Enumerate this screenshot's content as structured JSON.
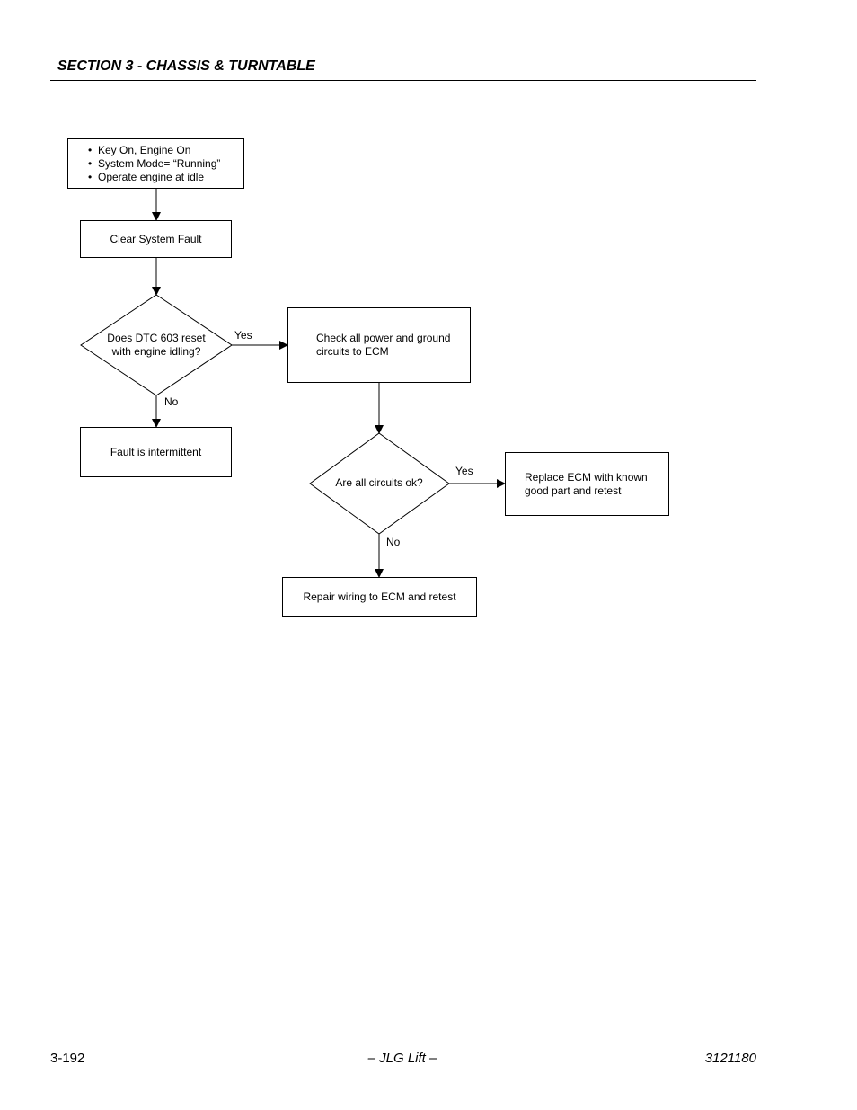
{
  "header": {
    "section_title": "SECTION 3 - CHASSIS & TURNTABLE"
  },
  "flowchart": {
    "start_conditions": [
      "Key On, Engine On",
      "System Mode= “Running”",
      "Operate engine at idle"
    ],
    "clear_fault": "Clear System Fault",
    "decision_dtc": [
      "Does DTC 603 reset",
      "with engine idling?"
    ],
    "check_circuits": [
      "Check all power and ground",
      "circuits to ECM"
    ],
    "intermittent": "Fault is intermittent",
    "decision_circuits": "Are all circuits ok?",
    "replace_ecm": [
      "Replace ECM with known",
      "good part and retest"
    ],
    "repair_wiring": "Repair wiring to ECM and retest",
    "label_yes_1": "Yes",
    "label_no_1": "No",
    "label_yes_2": "Yes",
    "label_no_2": "No"
  },
  "footer": {
    "page_number": "3-192",
    "center": "– JLG Lift –",
    "doc_number": "3121180"
  }
}
